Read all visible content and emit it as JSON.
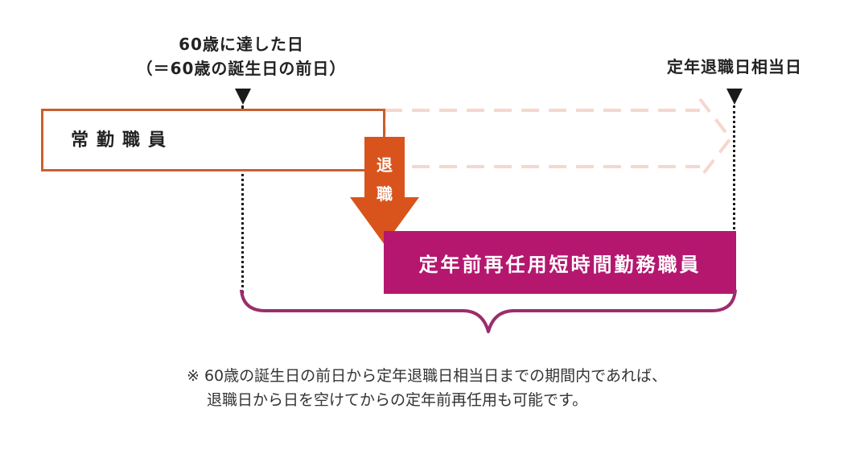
{
  "labels": {
    "age60_line1": "60歳に達した日",
    "age60_line2": "（＝60歳の誕生日の前日）",
    "retirement_day": "定年退職日相当日"
  },
  "boxes": {
    "full_time": "常勤職員",
    "retire_char1": "退",
    "retire_char2": "職",
    "reappointment": "定年前再任用短時間勤務職員"
  },
  "note": {
    "line1": "※ 60歳の誕生日の前日から定年退職日相当日までの期間内であれば、",
    "line2": "退職日から日を空けてからの定年前再任用も可能です。"
  },
  "colors": {
    "full_time_border": "#c8602e",
    "arrow_fill": "#d9541c",
    "reappointment_fill": "#b5176f",
    "dashed_arrow": "#f6d7cd",
    "brace": "#9b2d6e"
  }
}
